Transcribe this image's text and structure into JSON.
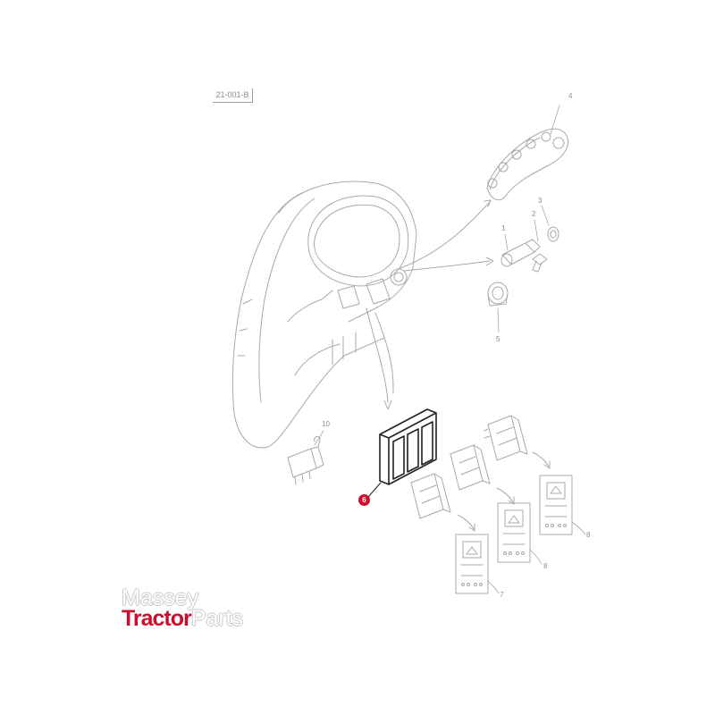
{
  "diagram": {
    "reference_code": "21-001-B",
    "callouts": [
      {
        "id": "part-1",
        "text": "1"
      },
      {
        "id": "part-2",
        "text": "2"
      },
      {
        "id": "part-3",
        "text": "3"
      },
      {
        "id": "part-4",
        "text": "4"
      },
      {
        "id": "part-5",
        "text": "5"
      },
      {
        "id": "part-6",
        "text": "6"
      },
      {
        "id": "part-7",
        "text": "7"
      },
      {
        "id": "part-8a",
        "text": "8"
      },
      {
        "id": "part-8b",
        "text": "8"
      },
      {
        "id": "part-10",
        "text": "10"
      }
    ],
    "highlighted_part": "6"
  },
  "logo": {
    "line1": "Massey",
    "line2_a": "Tractor",
    "line2_b": "Parts"
  },
  "colors": {
    "line": "#a9a9a9",
    "highlight": "#222222",
    "badge": "#c8102e",
    "brand_red": "#c8102e"
  }
}
